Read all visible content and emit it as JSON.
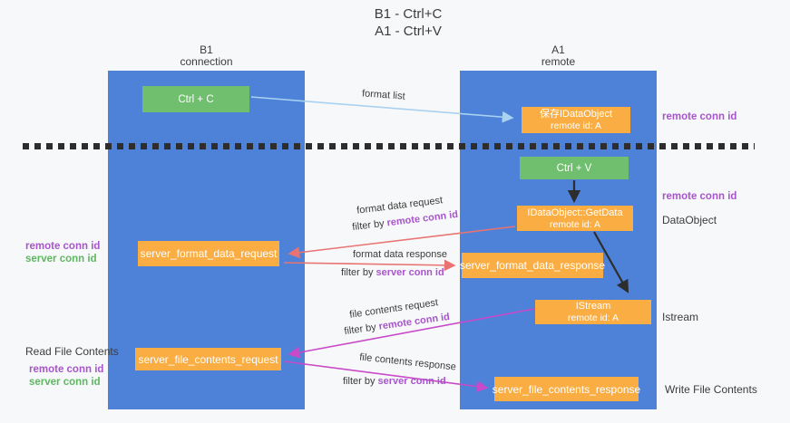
{
  "title": {
    "line1": "B1 - Ctrl+C",
    "line2": "A1 - Ctrl+V"
  },
  "columns": {
    "left": {
      "name": "B1",
      "role": "connection"
    },
    "right": {
      "name": "A1",
      "role": "remote"
    }
  },
  "boxes": {
    "ctrl_c": {
      "label": "Ctrl + C"
    },
    "ctrl_v": {
      "label": "Ctrl + V"
    },
    "save_dataobject": {
      "line1": "保存IDataObject",
      "line2": "remote id: A"
    },
    "getdata": {
      "line1": "IDataObject::GetData",
      "line2": "remote id: A"
    },
    "istream": {
      "line1": "IStream",
      "line2": "remote id: A"
    },
    "server_format_data_request": {
      "label": "server_format_data_request"
    },
    "server_format_data_response": {
      "label": "server_format_data_response"
    },
    "server_file_contents_request": {
      "label": "server_file_contents_request"
    },
    "server_file_contents_response": {
      "label": "server_file_contents_response"
    }
  },
  "arrow_labels": {
    "format_list": "format list",
    "format_data_request": "format data request",
    "format_data_request_filter": {
      "prefix": "filter by ",
      "highlight": "remote conn id"
    },
    "format_data_response": "format data response",
    "format_data_response_filter": {
      "prefix": "filter by ",
      "highlight": "server conn id"
    },
    "file_contents_request": "file contents request",
    "file_contents_request_filter": {
      "prefix": "filter by ",
      "highlight": "remote conn id"
    },
    "file_contents_response": "file contents response",
    "file_contents_response_filter": {
      "prefix": "filter by ",
      "highlight": "server conn id"
    }
  },
  "margin_labels": {
    "right_conn_top": "remote conn id",
    "right_conn_mid": "remote conn id",
    "right_dataobject": "DataObject",
    "right_istream": "Istream",
    "right_write": "Write File Contents",
    "left_remote_1": "remote conn id",
    "left_server_1": "server conn id",
    "left_read": "Read File Contents",
    "left_remote_2": "remote conn id",
    "left_server_2": "server conn id"
  },
  "colors": {
    "column_blue": "#4d82d8",
    "box_orange": "#f9ad43",
    "box_green": "#70bf6e",
    "arrow_red": "#e87372",
    "arrow_magenta": "#c94ac9",
    "arrow_lightblue": "#a8d2f0",
    "arrow_black": "#2d2d2d",
    "label_purple": "#a855cc",
    "label_green": "#5db860",
    "text_dark": "#3c3c3c"
  }
}
